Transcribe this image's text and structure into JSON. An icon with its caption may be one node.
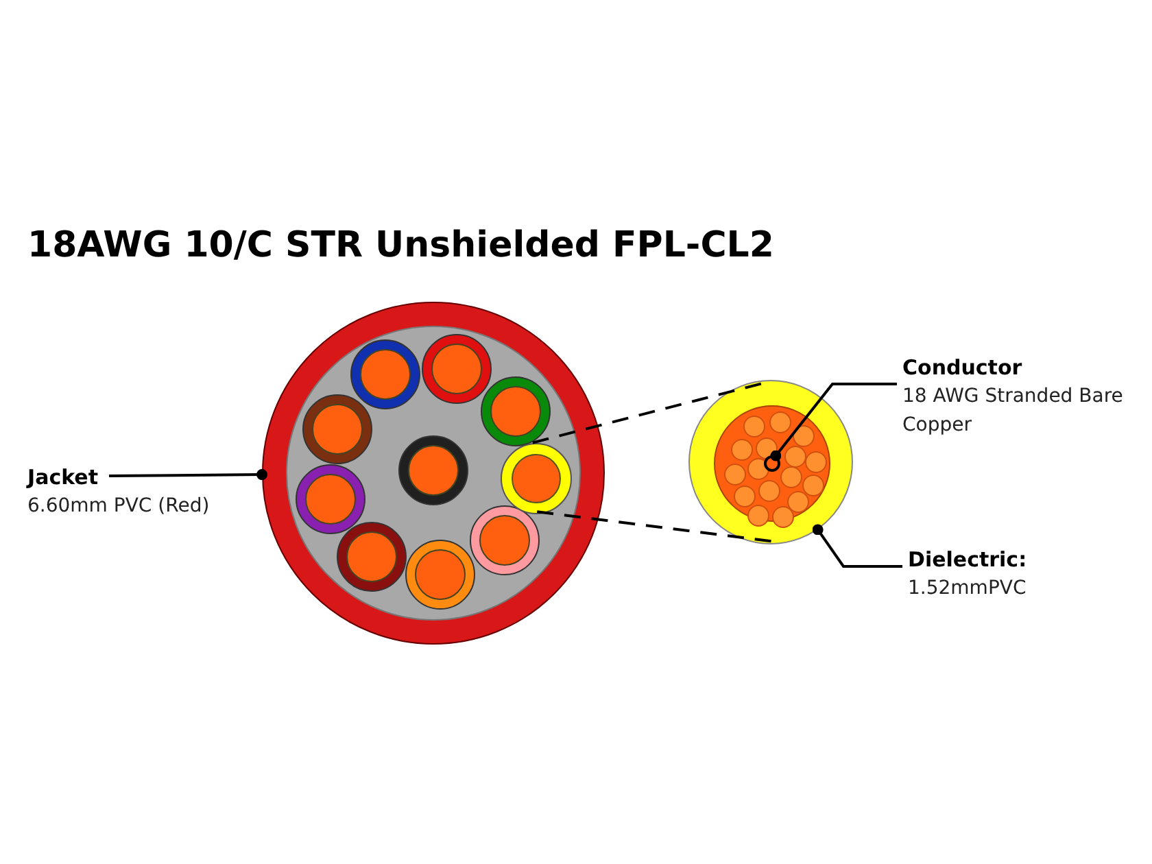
{
  "diagram": {
    "title": "18AWG 10/C STR Unshielded FPL-CL2",
    "nodes": [
      {
        "text": [
          "Jacket",
          "6.60mm PVC (Red)"
        ]
      },
      {
        "text": [],
        "shape": "circle"
      },
      {
        "text": [],
        "shape": "circle",
        "in": 1
      },
      {
        "text": [
          "Conductor",
          "18 AWG Stranded Bare Copper"
        ]
      },
      {
        "text": [],
        "shape": "circle"
      },
      {
        "text": [],
        "shape": "circle",
        "in": 4
      },
      {
        "text": [
          "Dielectric:",
          "1.52mmPVC"
        ]
      }
    ],
    "edges": [
      {
        "from": 0,
        "to": 1,
        "arrow": "other"
      },
      {
        "from": 3,
        "to": 5,
        "arrow": "other"
      },
      {
        "from": 6,
        "to": 4,
        "arrow": "other"
      },
      {
        "from": 2,
        "to": 4,
        "arrow": "none",
        "style": "dashed"
      },
      {
        "from": 2,
        "to": 4,
        "arrow": "none",
        "style": "dashed"
      }
    ]
  }
}
